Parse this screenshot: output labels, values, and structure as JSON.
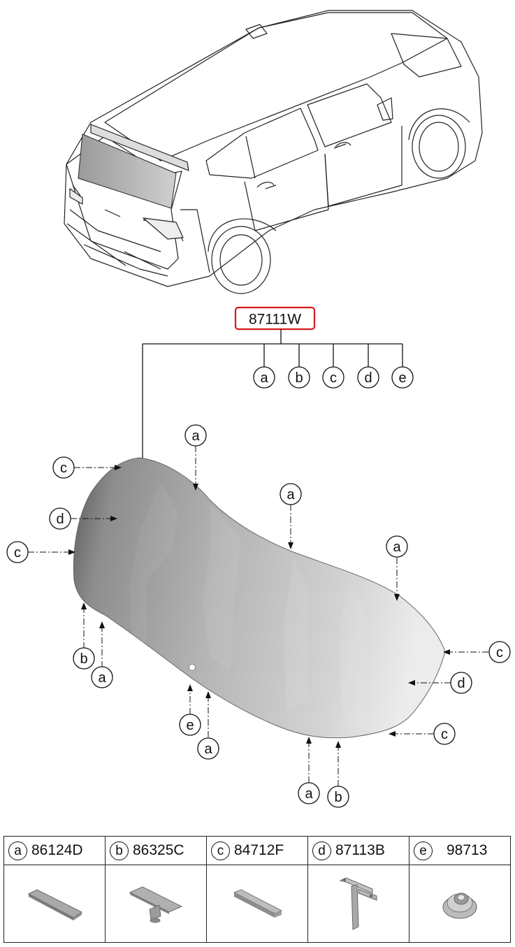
{
  "main_part_number": "87111W",
  "tree_letters": [
    "a",
    "b",
    "c",
    "d",
    "e"
  ],
  "callouts": [
    {
      "letter": "a"
    },
    {
      "letter": "a"
    },
    {
      "letter": "a"
    },
    {
      "letter": "a"
    },
    {
      "letter": "a"
    },
    {
      "letter": "a"
    },
    {
      "letter": "b"
    },
    {
      "letter": "b"
    },
    {
      "letter": "c"
    },
    {
      "letter": "c"
    },
    {
      "letter": "c"
    },
    {
      "letter": "c"
    },
    {
      "letter": "d"
    },
    {
      "letter": "d"
    },
    {
      "letter": "e"
    }
  ],
  "parts": [
    {
      "letter": "a",
      "number": "86124D",
      "icon": "adhesive-strip-icon"
    },
    {
      "letter": "b",
      "number": "86325C",
      "icon": "mounting-stud-pad-icon"
    },
    {
      "letter": "c",
      "number": "84712F",
      "icon": "foam-spacer-icon"
    },
    {
      "letter": "d",
      "number": "87113B",
      "icon": "bracket-icon"
    },
    {
      "letter": "e",
      "number": "98713",
      "icon": "grommet-icon"
    }
  ],
  "colors": {
    "highlight_box": "#d7191c",
    "line": "#111111"
  }
}
